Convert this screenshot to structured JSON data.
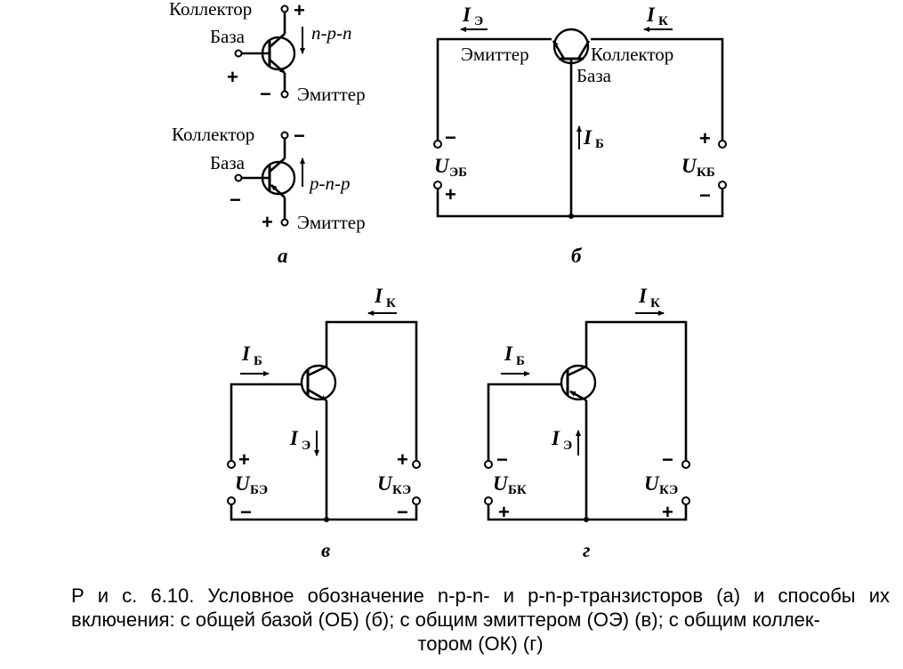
{
  "labels": {
    "collector": "Коллектор",
    "base": "База",
    "emitter": "Эмиттер",
    "npn": "n-p-n",
    "pnp": "p-n-p",
    "I": "I",
    "U": "U",
    "sub_E": "Э",
    "sub_K": "К",
    "sub_B": "Б",
    "sub_EB": "ЭБ",
    "sub_KB": "КБ",
    "sub_BE": "БЭ",
    "sub_KE": "КЭ",
    "sub_BK": "БК",
    "plus": "+",
    "minus": "−"
  },
  "panels": {
    "a": "а",
    "b": "б",
    "v": "в",
    "g": "г"
  },
  "caption": {
    "line1": "Р и с. 6.10. Условное обозначение n-p-n- и p-n-p-транзисторов (а) и способы их",
    "line2": "включения: с общей базой (ОБ) (б); с общим эмиттером (ОЭ) (в); с общим коллек-",
    "line3": "тором (ОК) (г)"
  }
}
